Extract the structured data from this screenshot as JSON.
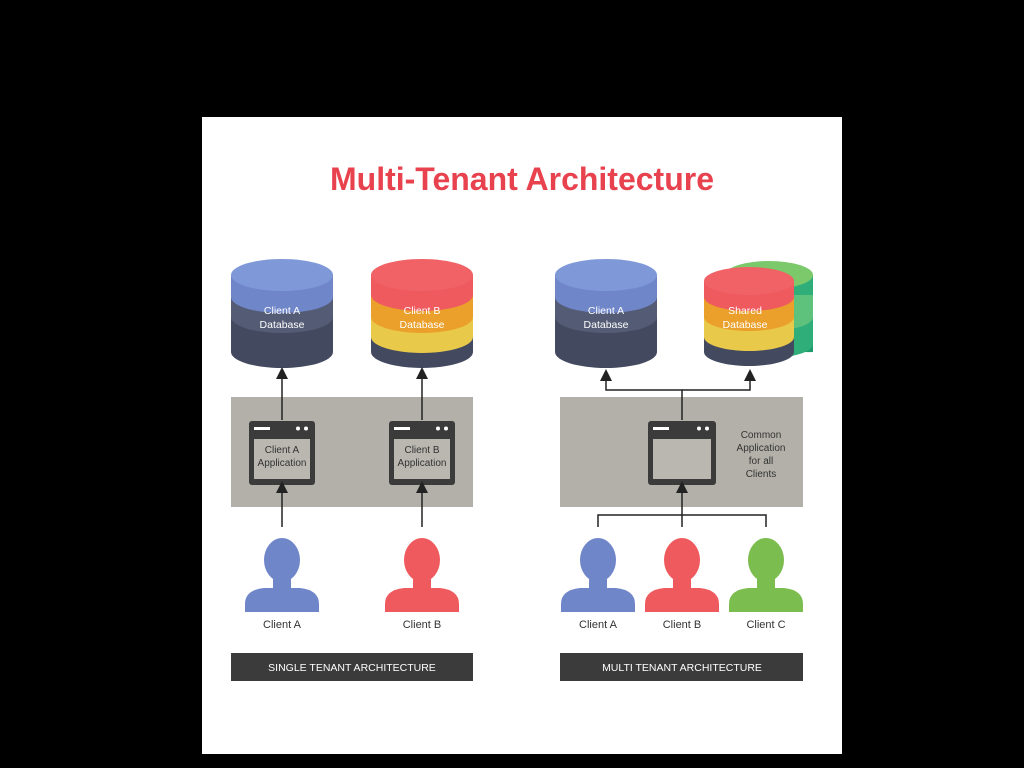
{
  "title": "Multi-Tenant Architecture",
  "colors": {
    "title_red": "#e8424f",
    "client_a_blue": "#6f86c9",
    "client_b_red": "#ef5a5e",
    "client_c_green": "#7bbd4f",
    "db_dark": "#434a60",
    "db_mid": "#545b74",
    "db_yellow": "#e9c94a",
    "db_orange": "#eaa02b",
    "db_green": "#2fae7a",
    "panel_gray": "#b2b0a8",
    "banner_dark": "#3b3b3b",
    "arrow": "#222222"
  },
  "single_tenant": {
    "databases": [
      {
        "label_line1": "Client A",
        "label_line2": "Database"
      },
      {
        "label_line1": "Client B",
        "label_line2": "Database"
      }
    ],
    "applications": [
      {
        "label_line1": "Client A",
        "label_line2": "Application"
      },
      {
        "label_line1": "Client B",
        "label_line2": "Application"
      }
    ],
    "clients": [
      "Client A",
      "Client B"
    ],
    "banner": "SINGLE TENANT ARCHITECTURE"
  },
  "multi_tenant": {
    "databases": [
      {
        "label_line1": "Client A",
        "label_line2": "Database"
      },
      {
        "label_line1": "Shared",
        "label_line2": "Database"
      }
    ],
    "application_note": [
      "Common",
      "Application",
      "for all",
      "Clients"
    ],
    "clients": [
      "Client A",
      "Client B",
      "Client C"
    ],
    "banner": "MULTI TENANT ARCHITECTURE"
  }
}
